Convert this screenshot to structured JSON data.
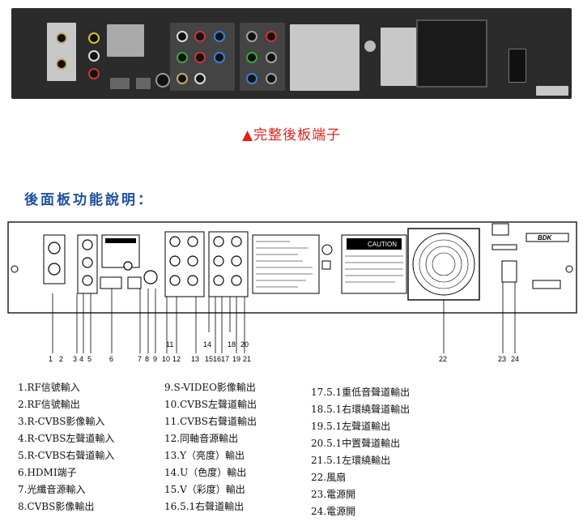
{
  "caption": "▲完整後板端子",
  "section_title": "後面板功能說明：",
  "diagram": {
    "caution_label": "CAUTION",
    "brand": "BDK",
    "callout_numbers": [
      "1",
      "2",
      "3",
      "4",
      "5",
      "6",
      "7",
      "8",
      "9",
      "10",
      "11",
      "12",
      "13",
      "14",
      "15",
      "16",
      "17",
      "18",
      "19",
      "20",
      "21",
      "22",
      "23",
      "24"
    ]
  },
  "legend": {
    "col1": [
      "1.RF信號輸入",
      "2.RF信號輸出",
      "3.R-CVBS影像輸入",
      "4.R-CVBS左聲道輸入",
      "5.R-CVBS右聲道輸入",
      "6.HDMI端子",
      "7.光纖音源輸入",
      "8.CVBS影像輸出"
    ],
    "col2": [
      "9.S-VIDEO影像輸出",
      "10.CVBS左聲道輸出",
      "11.CVBS右聲道輸出",
      "12.同軸音源輸出",
      "13.Y（亮度）輸出",
      "14.U（色度）輸出",
      "15.V（彩度）輸出",
      "16.5.1右聲道輸出"
    ],
    "col3": [
      "17.5.1重低音聲道輸出",
      "18.5.1右環繞聲道輸出",
      "19.5.1左聲道輸出",
      "20.5.1中置聲道輸出",
      "21.5.1左環繞輸出",
      "22.風扇",
      "23.電源開",
      "24.電源開"
    ]
  }
}
